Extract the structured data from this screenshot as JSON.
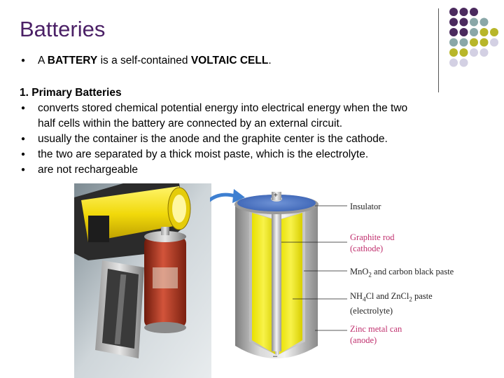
{
  "slide": {
    "title": "Batteries",
    "intro": {
      "prefix": "A ",
      "term1": "BATTERY",
      "middle": " is a self-contained ",
      "term2": "VOLTAIC CELL",
      "suffix": "."
    },
    "section_heading": "1. Primary Batteries",
    "bullets": [
      "converts stored chemical potential energy into electrical energy when the two",
      "half cells within the battery are connected by an external circuit.",
      "usually the container is the anode and the graphite center is the cathode.",
      "the two are separated by a thick moist paste, which is the electrolyte.",
      "are not rechargeable"
    ]
  },
  "diagram": {
    "plus_sign": "+",
    "minus_sign": "–",
    "labels": {
      "insulator": "Insulator",
      "graphite_line1": "Graphite rod",
      "graphite_line2": "(cathode)",
      "paste_main": "MnO",
      "paste_sub": "2",
      "paste_rest": " and carbon black paste",
      "electrolyte_a": "NH",
      "electrolyte_a_sub": "4",
      "electrolyte_b": "Cl and ZnCl",
      "electrolyte_b_sub": "2",
      "electrolyte_c": " paste",
      "electrolyte_line2": "(electrolyte)",
      "zinc_line1": "Zinc metal can",
      "zinc_line2": "(anode)"
    }
  },
  "colors": {
    "title": "#4b2066",
    "purple_dot": "#4b2a5e",
    "teal_dot": "#8aa7a8",
    "olive_dot": "#b8b62a",
    "lavender_dot": "#d3d0e3",
    "cathode_label": "#c0306e",
    "anode_label": "#c0306e",
    "paste_yellow": "#f3ec2a"
  }
}
